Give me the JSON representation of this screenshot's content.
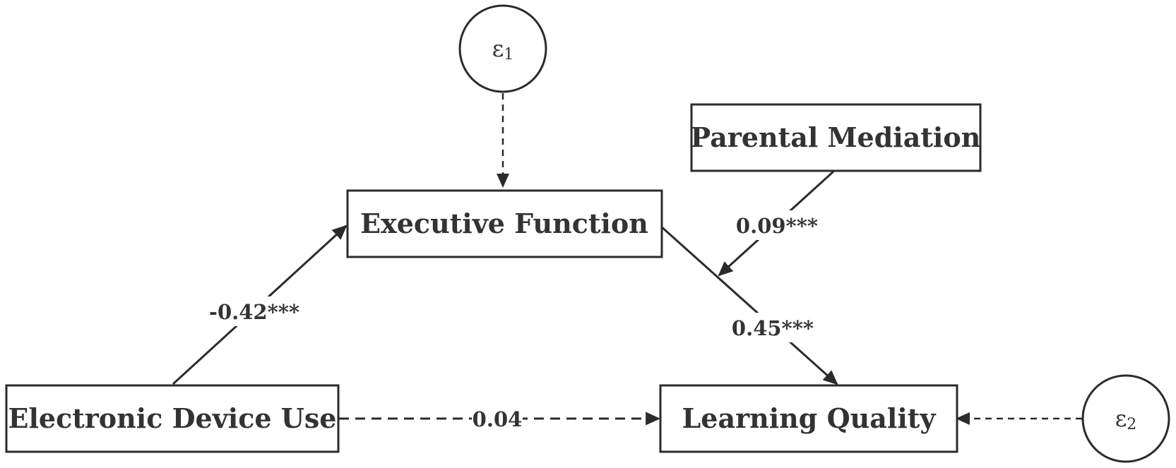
{
  "nodes": {
    "electronic_device_use": "Electronic Device Use",
    "executive_function": "Executive Function",
    "learning_quality": "Learning Quality",
    "parental_mediation": "Parental Mediation"
  },
  "errors": {
    "e1": {
      "symbol": "ε",
      "subscript": "1"
    },
    "e2": {
      "symbol": "ε",
      "subscript": "2"
    }
  },
  "paths": {
    "device_to_executive": "-0.42***",
    "executive_to_learning": "0.45***",
    "moderation": "0.09***",
    "device_to_learning": "0.04"
  },
  "colors": {
    "line": "#2b2b2b",
    "text": "#333333",
    "background": "#ffffff"
  }
}
